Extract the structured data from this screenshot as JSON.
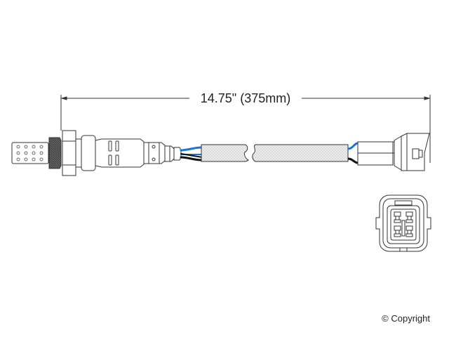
{
  "diagram": {
    "subject": "Oxygen sensor",
    "dimension_label": "14.75\" (375mm)",
    "copyright": "© Copyright",
    "colors": {
      "line": "#333333",
      "wire_blue": "#1a73d9",
      "wire_black": "#111111",
      "sleeve_fill": "#e8e8e8",
      "thread_fill": "#555555"
    },
    "parts": [
      "sensor-tip",
      "threaded-section",
      "hex-nut",
      "sensor-body",
      "wire-pair",
      "braided-sleeve",
      "connector-plug",
      "connector-face-view"
    ]
  }
}
